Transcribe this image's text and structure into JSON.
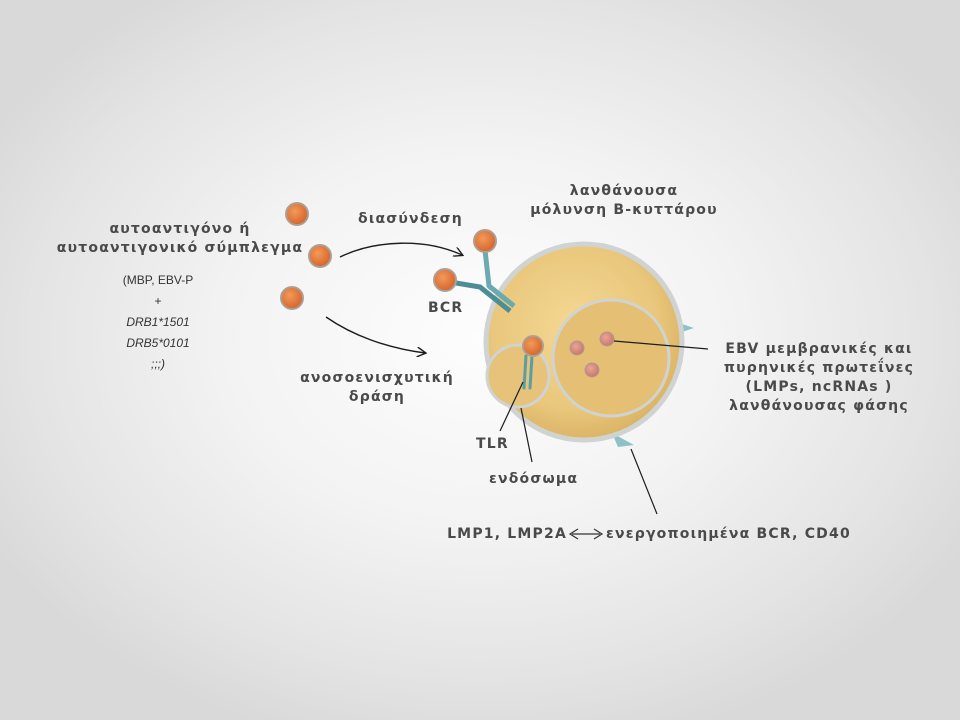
{
  "labels": {
    "autoantigen": [
      "αυτοαντιγόνο ή",
      "αυτοαντιγονικό σύμπλεγμα"
    ],
    "autoantigen_examples": [
      "(MBP, EBV-P",
      "+",
      "DRB1*1501",
      "DRB5*0101",
      ";;;)"
    ],
    "crosslinking": "διασύνδεση",
    "latent_infection": [
      "λανθάνουσα",
      "μόλυνση Β-κυττάρου"
    ],
    "bcr": "BCR",
    "immunostimulatory": [
      "ανοσοενισχυτική",
      "δράση"
    ],
    "ebv_proteins": [
      "EBV μεμβρανικές και",
      "πυρηνικές πρωτεΐνες",
      "(LMPs, ncRNAs )",
      "λανθάνουσας φάσης"
    ],
    "tlr": "TLR",
    "endosome": "ενδόσωμα",
    "lmp_left": "LMP1, LMP2A",
    "lmp_right": "ενεργοποιημένα BCR, CD40"
  },
  "colors": {
    "antigen": "#e0793a",
    "cell_fill": "#e9c87e",
    "cell_edge": "#cfd3d2",
    "receptor": "#5a9ea4",
    "nuclear_protein": "#d48878",
    "text": "#4a4a4a"
  }
}
